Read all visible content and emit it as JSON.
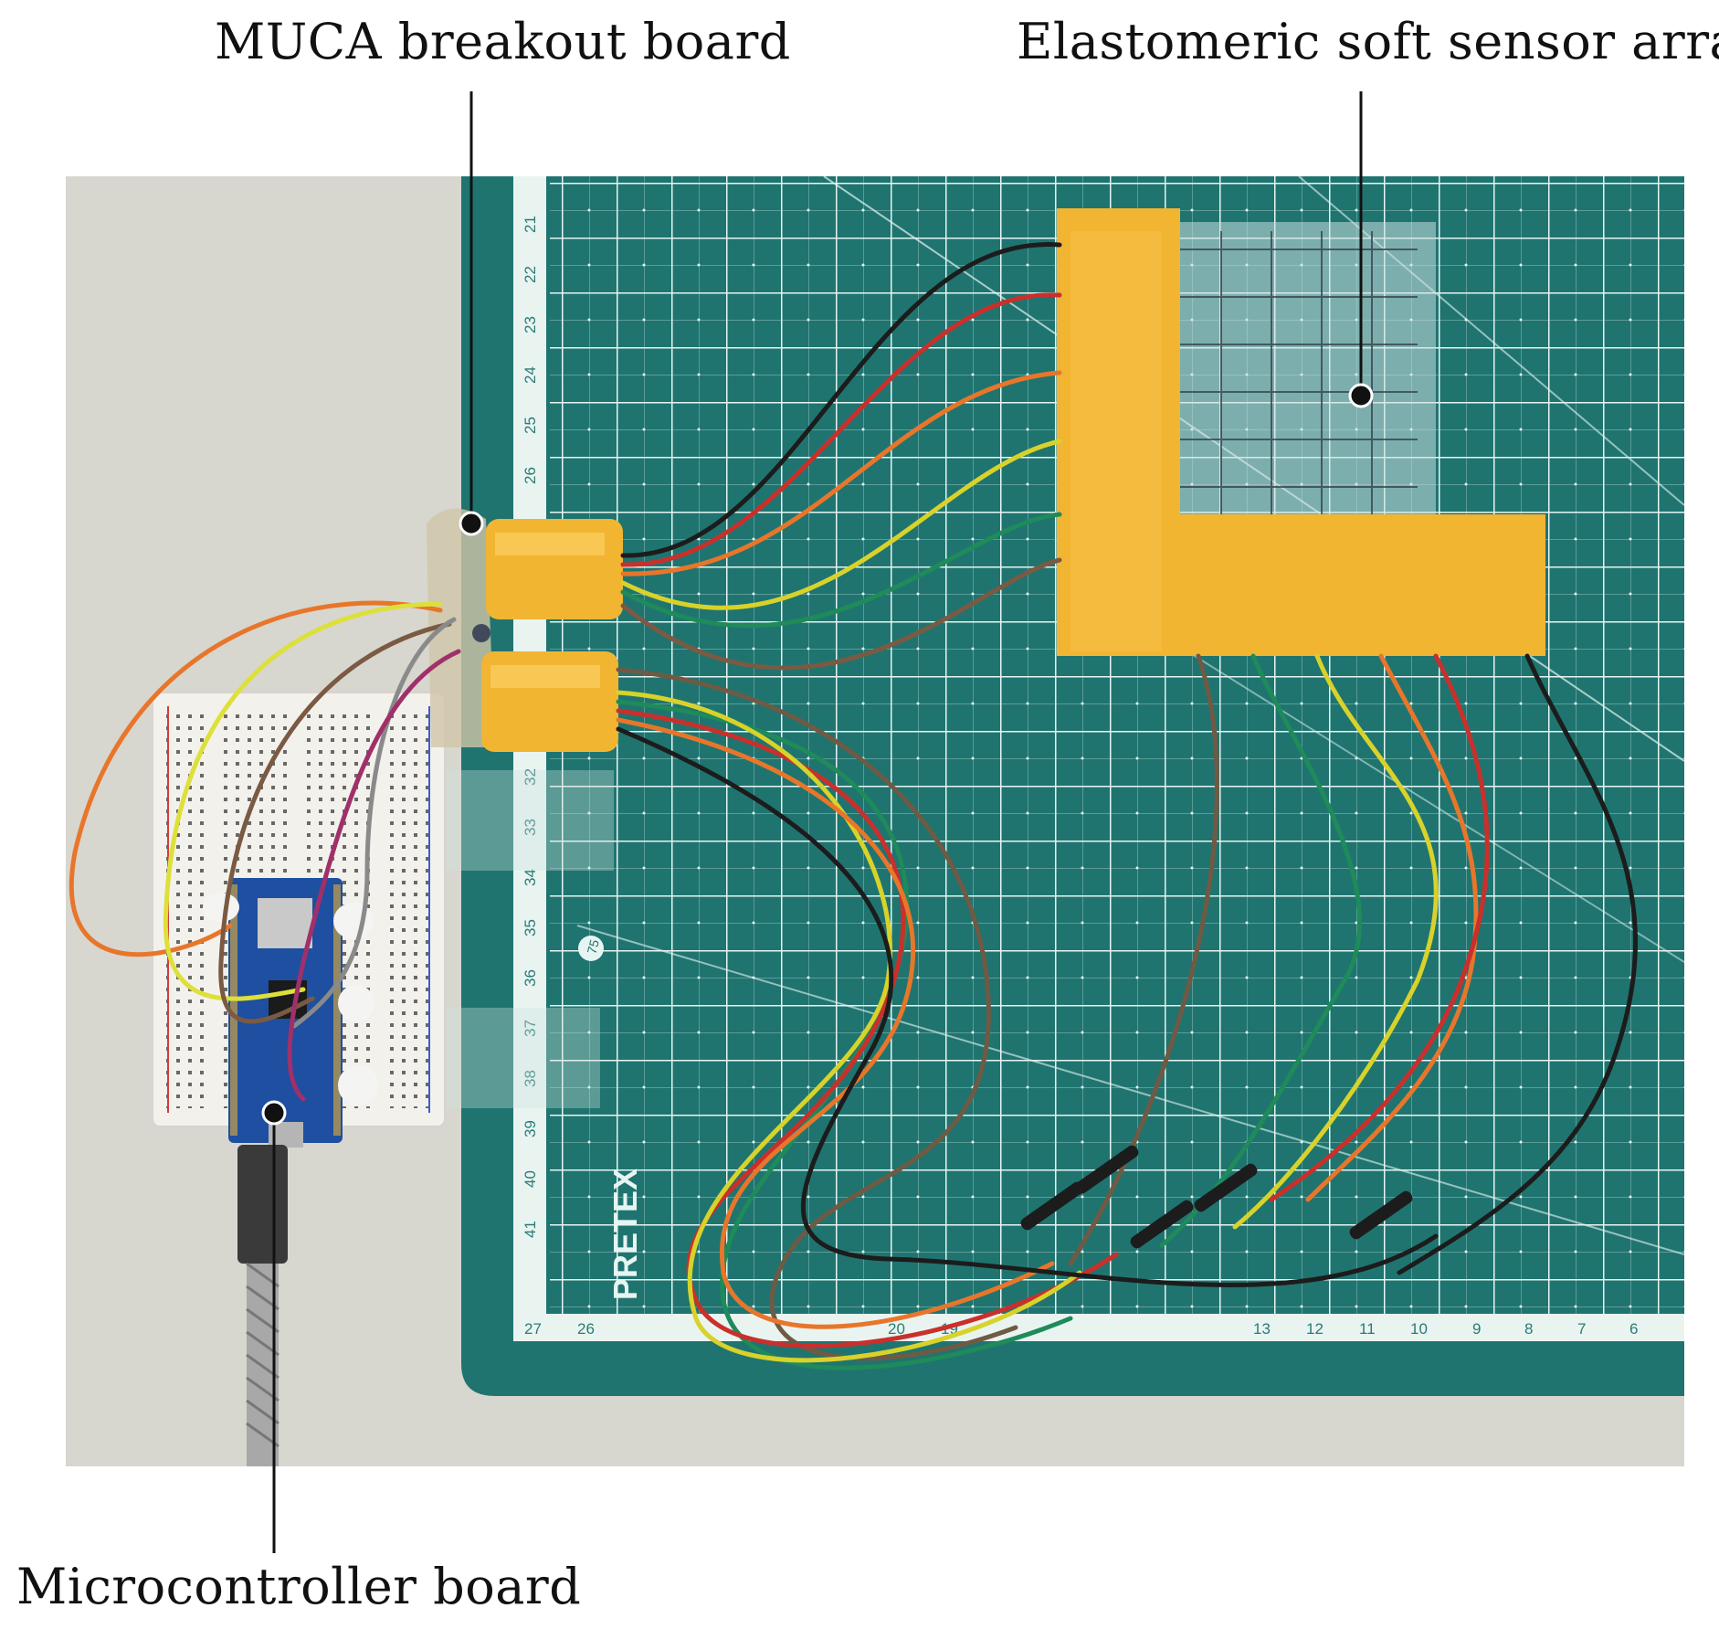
{
  "figure": {
    "labels": {
      "muca": "MUCA breakout board",
      "sensor": "Elastomeric soft sensor array",
      "mcu": "Microcontroller board"
    },
    "mat": {
      "brand": "PRETEX",
      "left_ruler": [
        "21",
        "22",
        "23",
        "24",
        "25",
        "26",
        "32",
        "33",
        "34",
        "35",
        "36",
        "37",
        "38",
        "39",
        "40",
        "41"
      ],
      "bottom_ruler": [
        "27",
        "26",
        "20",
        "19",
        "13",
        "12",
        "11",
        "10",
        "9",
        "8",
        "7",
        "6"
      ],
      "angle_mark": "75"
    },
    "colors": {
      "mat": "#1f7470",
      "grid": "#d9efe9",
      "background": "#d7d6cf",
      "tape": "#f1b532",
      "breadboard": "#f3f1ec"
    }
  }
}
